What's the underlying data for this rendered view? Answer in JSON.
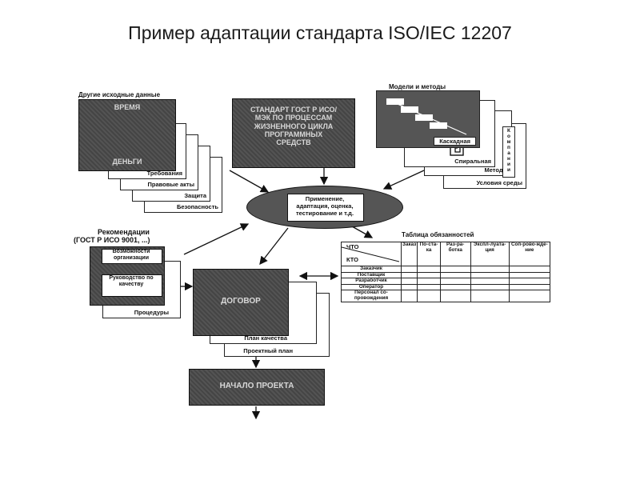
{
  "title": "Пример адаптации стандарта ISO/IEC 12207",
  "inputs": {
    "label": "Другие исходные данные",
    "time": "ВРЕМЯ",
    "money": "ДЕНЬГИ",
    "cards": [
      "Требования",
      "Правовые акты",
      "Защита",
      "Безопасность"
    ]
  },
  "standard": {
    "text": "СТАНДАРТ ГОСТ Р ИСО/МЭК ПО ПРОЦЕССАМ ЖИЗНЕННОГО ЦИКЛА ПРОГРАММНЫХ СРЕДСТВ"
  },
  "models": {
    "label": "Модели и методы",
    "waterfall": "Каскадная",
    "spiral": "Спиральная",
    "methods": "Методы",
    "env": "Условия среды",
    "company_letters": [
      "К",
      "о",
      "м",
      "п",
      "а",
      "н",
      "и",
      "и"
    ]
  },
  "center": {
    "text": "Применение, адаптация, оценка, тестирование и т.д."
  },
  "recommendations": {
    "label_line1": "Рекомендации",
    "label_line2": "(ГОСТ Р ИСО 9001, ...)",
    "capabilities": "Возможности организации",
    "quality_guide": "Руководство по качеству",
    "procedures": "Процедуры"
  },
  "contract": {
    "text": "ДОГОВОР",
    "cards": [
      "План качества",
      "Проектный план"
    ]
  },
  "start": {
    "text": "НАЧАЛО ПРОЕКТА"
  },
  "table": {
    "title": "Таблица обязанностей",
    "what": "ЧТО",
    "who": "КТО",
    "columns": [
      "Заказ",
      "По-ста-ка",
      "Раз-ра-ботка",
      "Экспл-луата-ция",
      "Соп-рово-жде-ние"
    ],
    "rows": [
      "Заказчик",
      "Поставщик",
      "Разработчик",
      "Оператор",
      "Персонал со-провождения"
    ]
  }
}
